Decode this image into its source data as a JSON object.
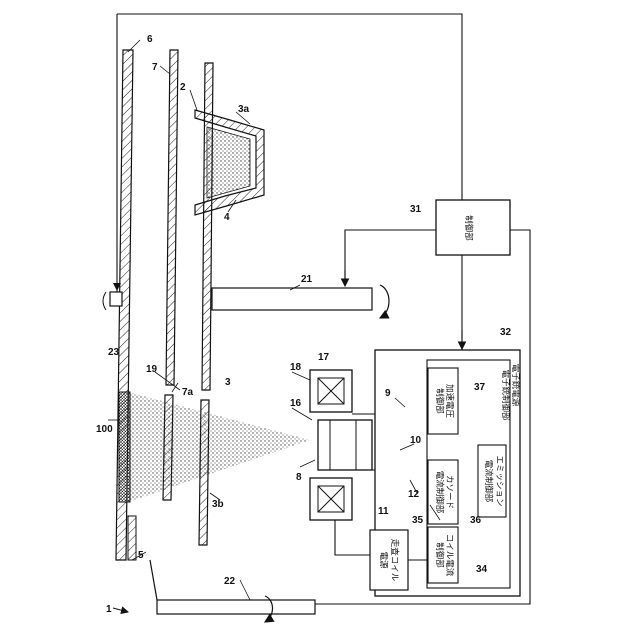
{
  "figure": {
    "refs": {
      "r1": "1",
      "r2": "2",
      "r3": "3",
      "r3a": "3a",
      "r3b": "3b",
      "r4": "4",
      "r5": "5",
      "r6": "6",
      "r7": "7",
      "r7a": "7a",
      "r8": "8",
      "r9": "9",
      "r10": "10",
      "r11": "11",
      "r12": "12",
      "r16": "16",
      "r17": "17",
      "r18": "18",
      "r19": "19",
      "r21": "21",
      "r22": "22",
      "r23": "23",
      "r31": "31",
      "r32": "32",
      "r34": "34",
      "r35": "35",
      "r36": "36",
      "r37": "37",
      "r100": "100"
    },
    "labels": {
      "control_unit": "制御部",
      "gun_power": "電子銃電源",
      "gun_control": "電子銃制御部",
      "accel_voltage": [
        "加速電圧",
        "制御部"
      ],
      "emission_current": [
        "エミッション",
        "電流制御部"
      ],
      "cathode_current": [
        "カソード",
        "電流制御部"
      ],
      "coil_current": [
        "コイル電流",
        "制御部"
      ],
      "scan_coil_power": [
        "走査コイル",
        "電源"
      ]
    }
  }
}
